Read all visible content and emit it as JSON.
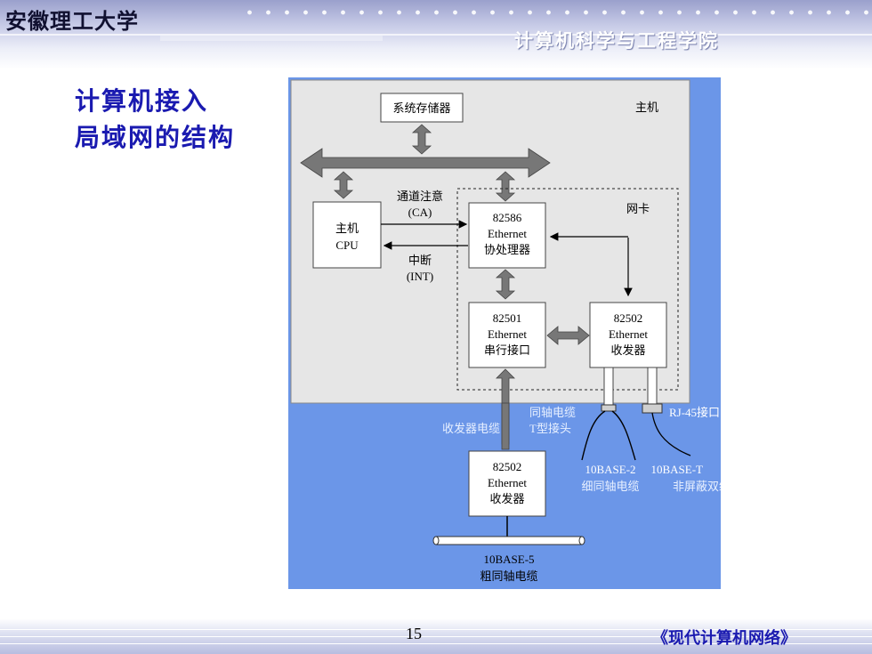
{
  "header": {
    "university": "安徽理工大学",
    "college": "计算机科学与工程学院"
  },
  "title_lines": [
    "计算机接入",
    "局域网的结构"
  ],
  "diagram": {
    "host_label": "主机",
    "system_memory": "系统存储器",
    "nic_label": "网卡",
    "cpu": [
      "主机",
      "CPU"
    ],
    "ca": [
      "通道注意",
      "(CA)"
    ],
    "int": [
      "中断",
      "(INT)"
    ],
    "chip_82586": [
      "82586",
      "Ethernet",
      "协处理器"
    ],
    "chip_82501": [
      "82501",
      "Ethernet",
      "串行接口"
    ],
    "chip_82502_in": [
      "82502",
      "Ethernet",
      "收发器"
    ],
    "chip_82502_out": [
      "82502",
      "Ethernet",
      "收发器"
    ],
    "coax_t": [
      "同轴电缆",
      "T型接头"
    ],
    "rj45": "RJ-45接口",
    "transceiver_cable": "收发器电缆",
    "base2": [
      "10BASE-2",
      "细同轴电缆"
    ],
    "baset": [
      "10BASE-T",
      "非屏蔽双绞线"
    ],
    "base5": [
      "10BASE-5",
      "粗同轴电缆"
    ]
  },
  "footer": {
    "page": "15",
    "book": "《现代计算机网络》"
  }
}
